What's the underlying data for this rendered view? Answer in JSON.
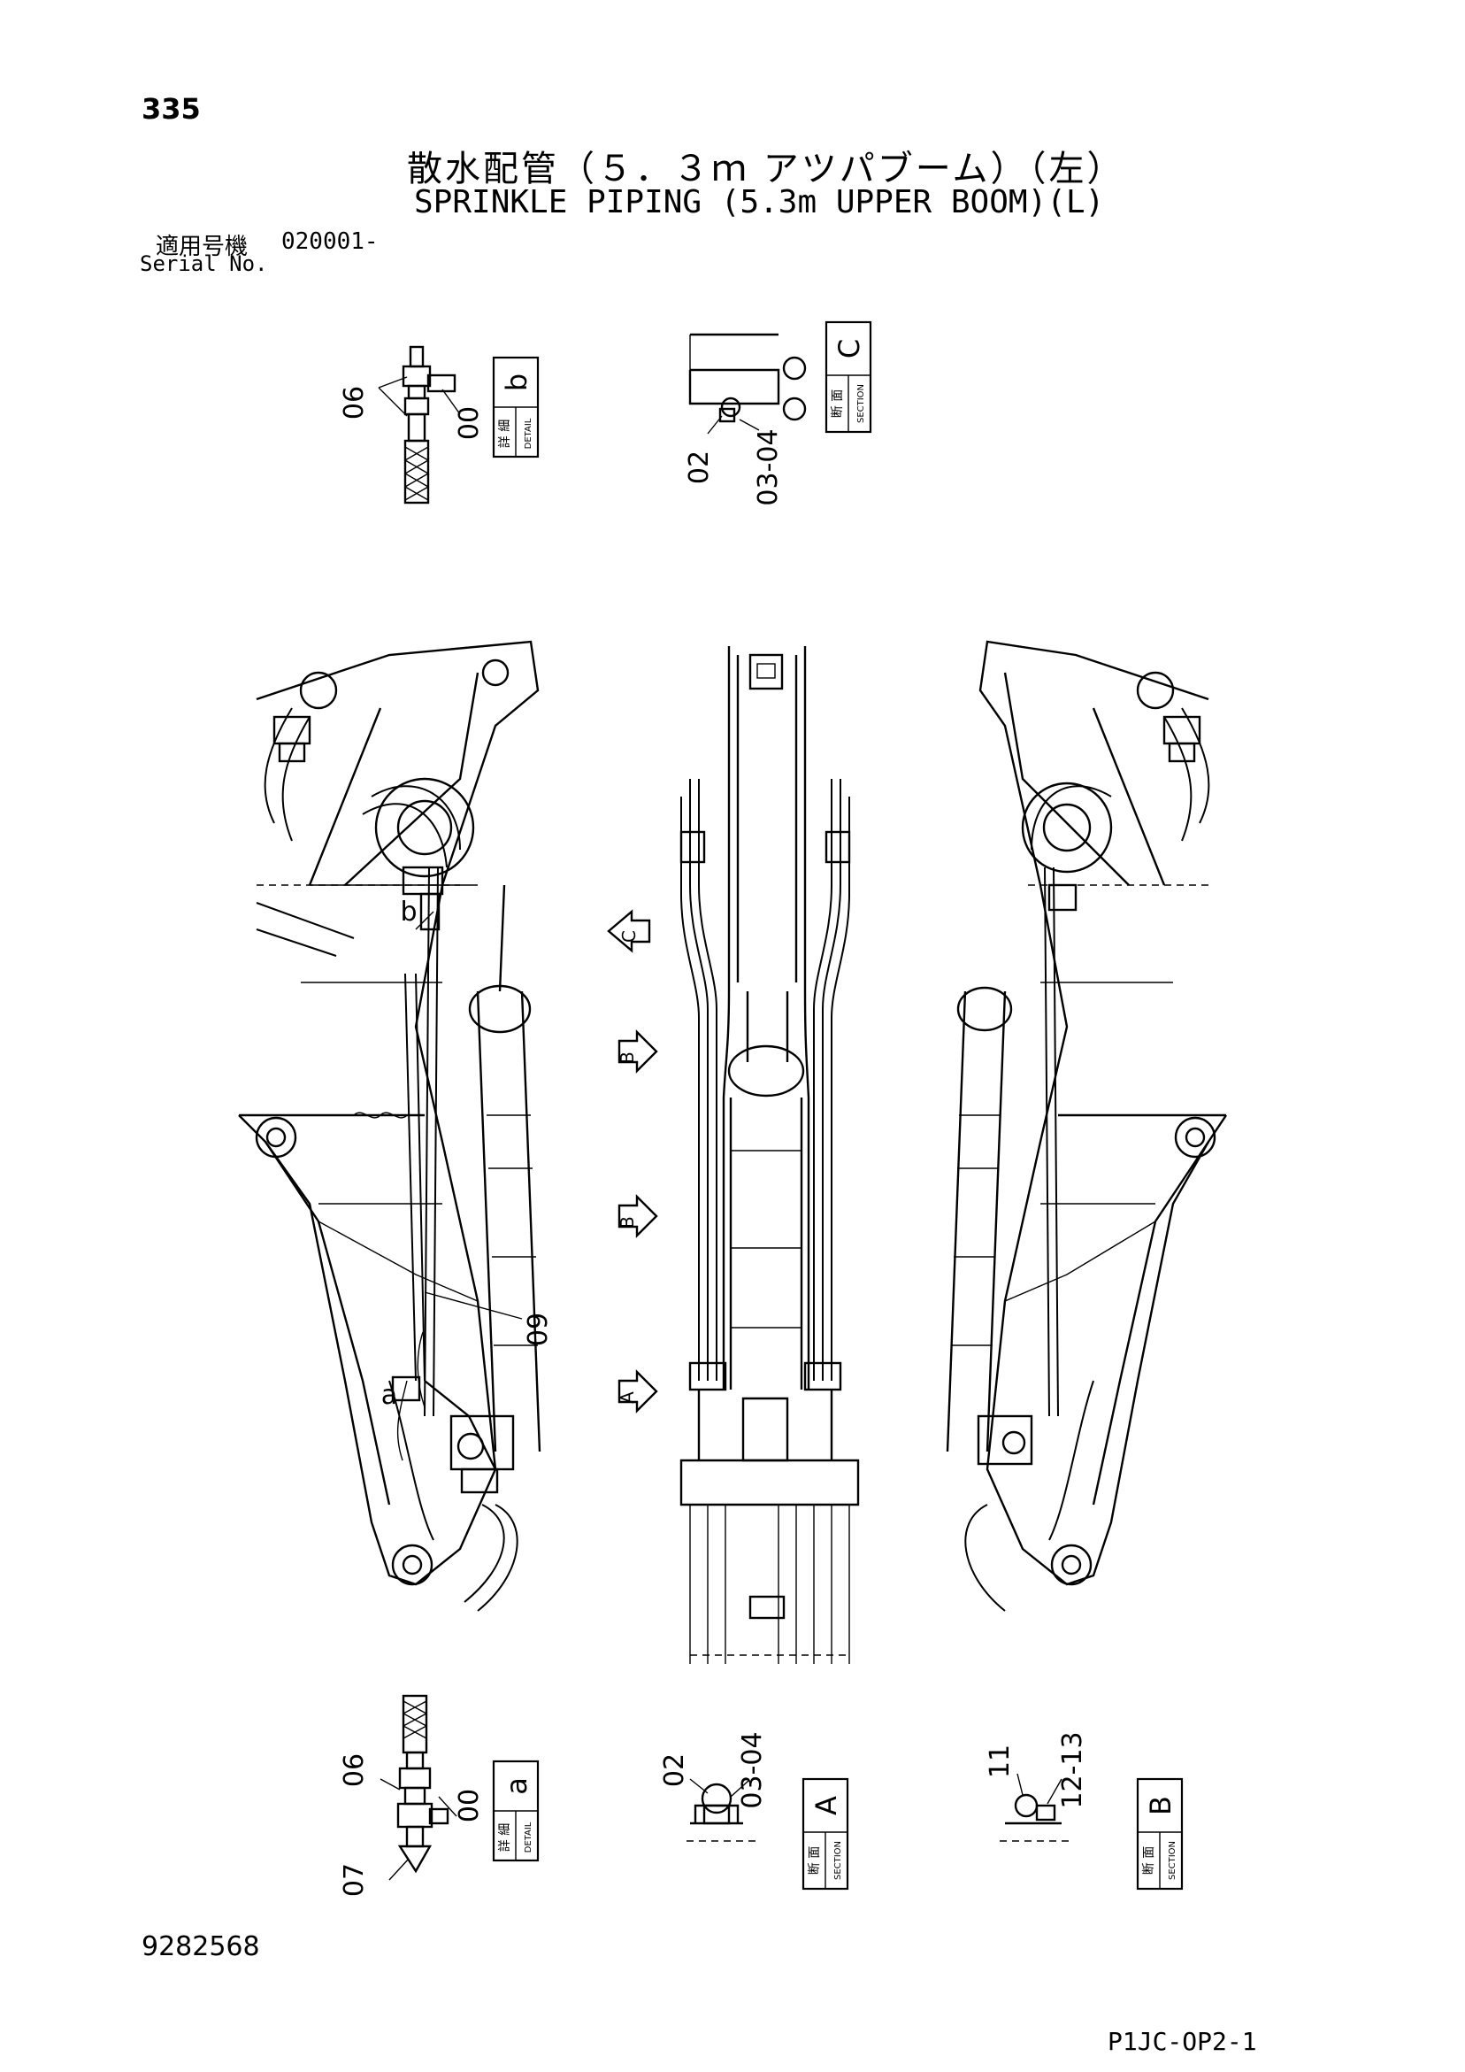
{
  "header": {
    "page_number": "335",
    "title_jp": "散水配管（５．３ｍ アツパブーム）（左）",
    "title_en": "SPRINKLE PIPING (5.3m UPPER BOOM)(L)",
    "serial_label_jp": "適用号機",
    "serial_value": "020001-",
    "serial_label_en": "Serial No."
  },
  "details": {
    "detail_b": {
      "letter": "b",
      "jp": "詳 細",
      "en": "DETAIL",
      "parts": [
        "06",
        "00"
      ]
    },
    "detail_a": {
      "letter": "a",
      "jp": "詳 細",
      "en": "DETAIL",
      "parts": [
        "06",
        "00",
        "07"
      ]
    },
    "section_c": {
      "letter": "C",
      "jp": "断 面",
      "en": "SECTION",
      "parts": [
        "02",
        "03-04"
      ]
    },
    "section_a": {
      "letter": "A",
      "jp": "断 面",
      "en": "SECTION",
      "parts": [
        "02",
        "03-04"
      ]
    },
    "section_b": {
      "letter": "B",
      "jp": "断 面",
      "en": "SECTION",
      "parts": [
        "11",
        "12-13"
      ]
    }
  },
  "main_view": {
    "callouts": [
      "b",
      "a",
      "09"
    ],
    "section_markers": [
      "C",
      "B",
      "B",
      "A"
    ]
  },
  "footer": {
    "document_number": "9282568",
    "page_code": "P1JC-OP2-1"
  }
}
